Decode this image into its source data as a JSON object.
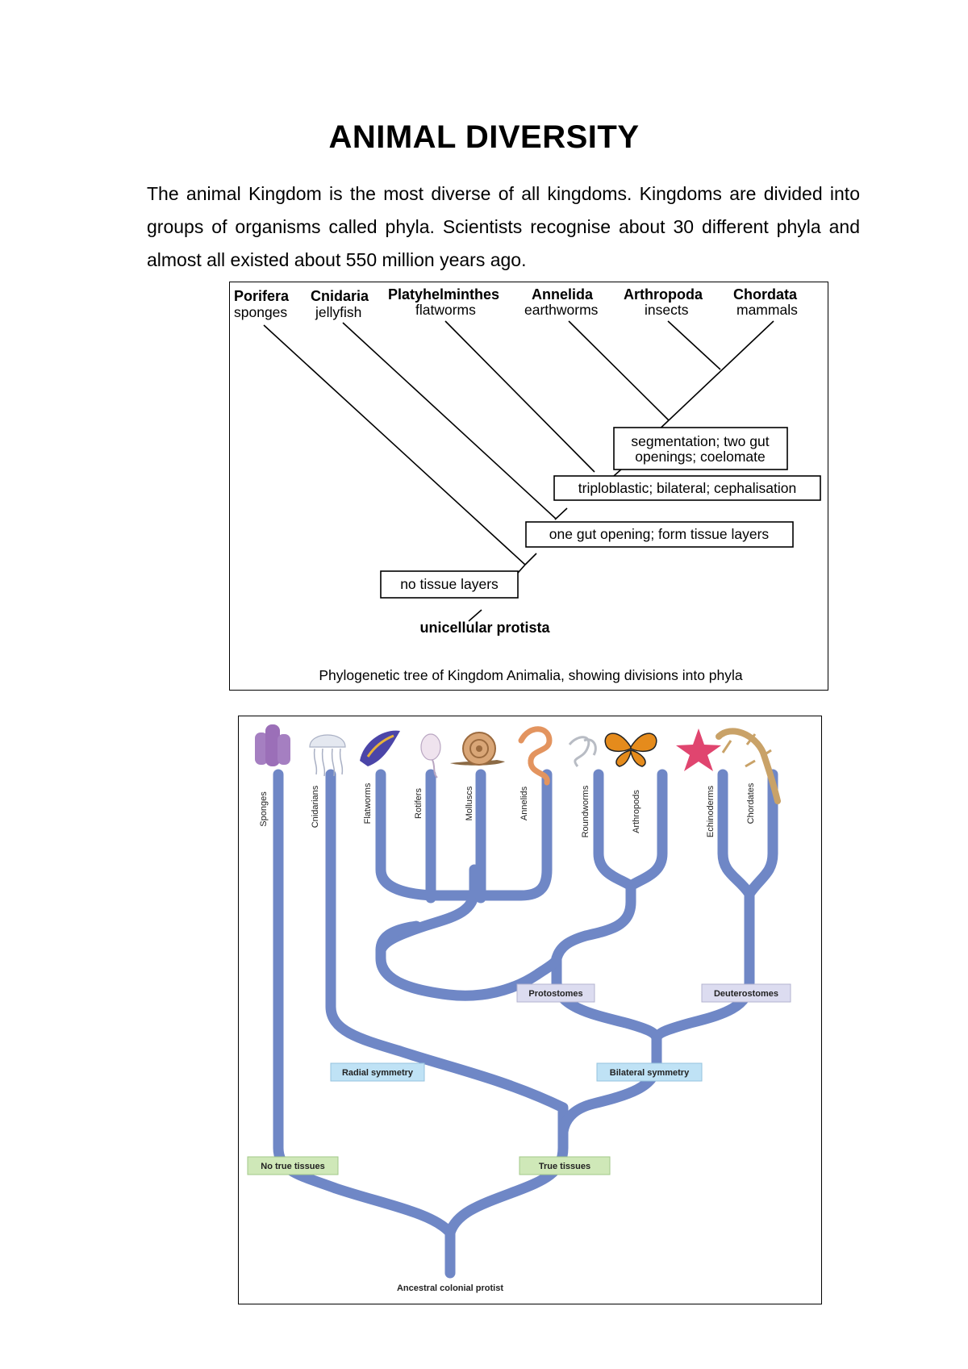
{
  "title": "ANIMAL DIVERSITY",
  "intro": "The animal Kingdom is the most diverse of all kingdoms. Kingdoms are divided into groups of organisms called phyla. Scientists recognise about 30 different phyla and almost all existed about 550 million years ago.",
  "figure1": {
    "phyla": [
      {
        "name": "Porifera",
        "common": "sponges"
      },
      {
        "name": "Cnidaria",
        "common": "jellyfish"
      },
      {
        "name": "Platyhelminthes",
        "common": "flatworms"
      },
      {
        "name": "Annelida",
        "common": "earthworms"
      },
      {
        "name": "Arthropoda",
        "common": "insects"
      },
      {
        "name": "Chordata",
        "common": "mammals"
      }
    ],
    "boxes": {
      "segmentation_line1": "segmentation; two gut",
      "segmentation_line2": "openings; coelomate",
      "triploblastic": "triploblastic; bilateral; cephalisation",
      "one_gut": "one gut opening; form tissue layers",
      "no_tissue": "no tissue layers"
    },
    "root": "unicellular protista",
    "caption": "Phylogenetic tree of Kingdom Animalia, showing divisions into phyla"
  },
  "figure2": {
    "groups": [
      "Sponges",
      "Cnidarians",
      "Flatworms",
      "Rotifers",
      "Molluscs",
      "Annelids",
      "Roundworms",
      "Arthropods",
      "Echinoderms",
      "Chordates"
    ],
    "icons": [
      "sponge-icon",
      "jellyfish-icon",
      "flatworm-icon",
      "rotifer-icon",
      "snail-icon",
      "earthworm-icon",
      "roundworm-icon",
      "butterfly-icon",
      "starfish-icon",
      "lizard-icon"
    ],
    "labels": {
      "protostomes": "Protostomes",
      "deuterostomes": "Deuterostomes",
      "radial": "Radial symmetry",
      "bilateral": "Bilateral symmetry",
      "no_true_tissues": "No true tissues",
      "true_tissues": "True tissues"
    },
    "root": "Ancestral colonial protist",
    "colors": {
      "branch": "#6f87c6",
      "green_label": "#cfe8b8",
      "blue_label": "#bfe2f5",
      "purple_label": "#dcdcf0"
    }
  }
}
